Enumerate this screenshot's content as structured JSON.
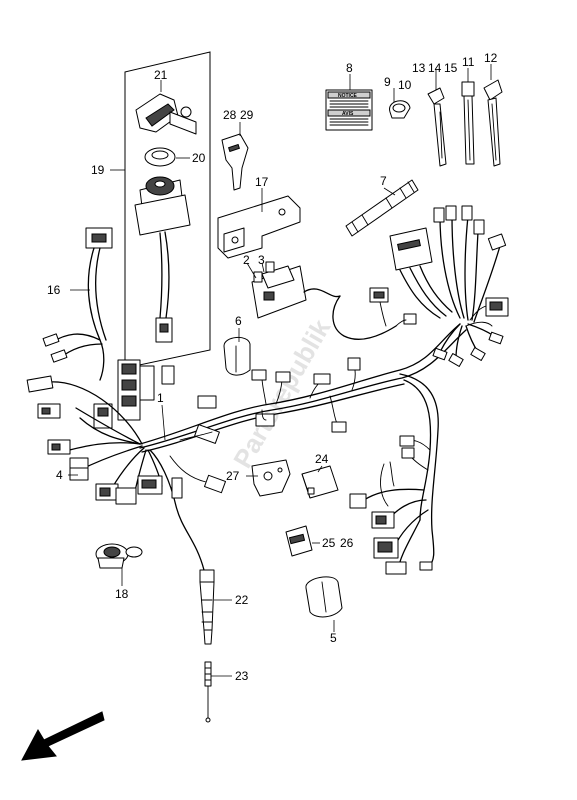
{
  "callouts": {
    "p1": "1",
    "p2": "2",
    "p3": "3",
    "p4": "4",
    "p5": "5",
    "p6": "6",
    "p7": "7",
    "p8": "8",
    "p9": "9",
    "p10": "10",
    "p11": "11",
    "p12": "12",
    "p13": "13",
    "p14": "14",
    "p15": "15",
    "p16": "16",
    "p17": "17",
    "p18": "18",
    "p19": "19",
    "p20": "20",
    "p21": "21",
    "p22": "22",
    "p23": "23",
    "p24": "24",
    "p25": "25",
    "p26": "26",
    "p27": "27",
    "p28": "28",
    "p29": "29"
  },
  "labels": {
    "notice": "NOTICE",
    "avis": "AVIS"
  },
  "watermark": "Partsrepublik",
  "icons": {
    "direction": "front-direction-arrow-icon"
  }
}
